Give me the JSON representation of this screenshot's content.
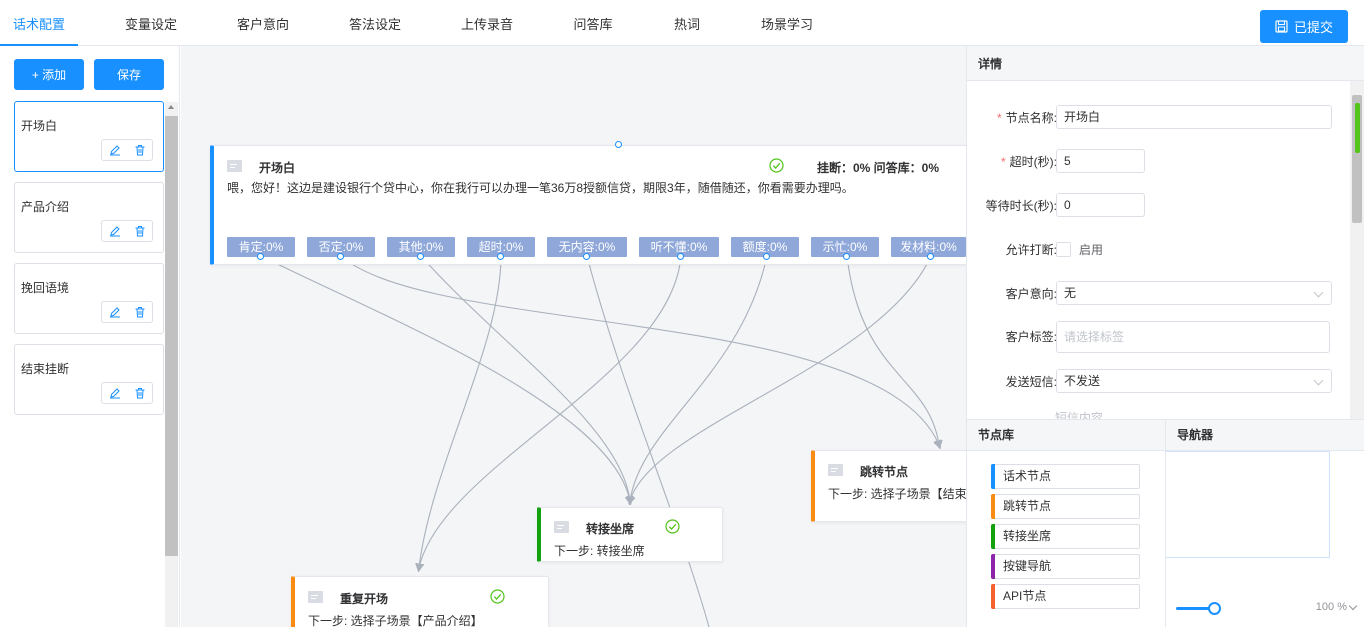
{
  "tabs": [
    "话术配置",
    "变量设定",
    "客户意向",
    "答法设定",
    "上传录音",
    "问答库",
    "热词",
    "场景学习"
  ],
  "submit_label": "已提交",
  "left": {
    "add_label": "+ 添加",
    "save_label": "保存",
    "scenes": [
      "开场白",
      "产品介绍",
      "挽回语境",
      "结束挂断"
    ]
  },
  "canvas": {
    "main_node": {
      "title": "开场白",
      "stats": "挂断：0% 问答库：0%",
      "text": "喂，您好！这边是建设银行个贷中心，你在我行可以办理一笔36万8授额信贷，期限3年，随借随还，你看需要办理吗。",
      "branches": [
        "肯定:0%",
        "否定:0%",
        "其他:0%",
        "超时:0%",
        "无内容:0%",
        "听不懂:0%",
        "额度:0%",
        "示忙:0%",
        "发材料:0%"
      ]
    },
    "jump_node": {
      "title": "跳转节点",
      "sub": "下一步: 选择子场景【结束"
    },
    "transfer_node": {
      "title": "转接坐席",
      "sub": "下一步: 转接坐席"
    },
    "repeat_node": {
      "title": "重复开场",
      "sub": "下一步: 选择子场景【产品介绍】"
    }
  },
  "detail": {
    "title": "详情",
    "node_name_label": "节点名称:",
    "node_name_value": "开场白",
    "timeout_label": "超时(秒):",
    "timeout_value": "5",
    "wait_label": "等待时长(秒):",
    "wait_value": "0",
    "interrupt_label": "允许打断:",
    "interrupt_option": "启用",
    "intent_label": "客户意向:",
    "intent_value": "无",
    "tag_label": "客户标签:",
    "tag_placeholder": "请选择标签",
    "sms_label": "发送短信:",
    "sms_value": "不发送",
    "cut_text": "短信内容"
  },
  "library": {
    "title": "节点库",
    "items": [
      "话术节点",
      "跳转节点",
      "转接坐席",
      "按键导航",
      "API节点"
    ],
    "colors": [
      "#1890ff",
      "#fa8c16",
      "#13a10e",
      "#8e24aa",
      "#f5622d"
    ]
  },
  "navigator": {
    "title": "导航器",
    "zoom": "100 %"
  }
}
